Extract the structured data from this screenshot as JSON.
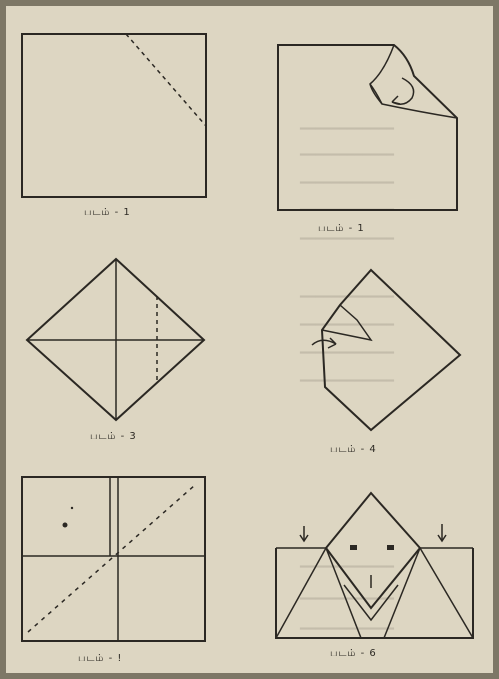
{
  "captions": {
    "fig1": "படம் - 1",
    "fig2": "படம் - 1",
    "fig3": "படம் - 3",
    "fig4": "படம் - 4",
    "fig5": "படம் - !",
    "fig6": "படம் - 6"
  },
  "colors": {
    "paper": "#ddd6c2",
    "ink": "#2b2823",
    "frame": "#7d7766"
  }
}
